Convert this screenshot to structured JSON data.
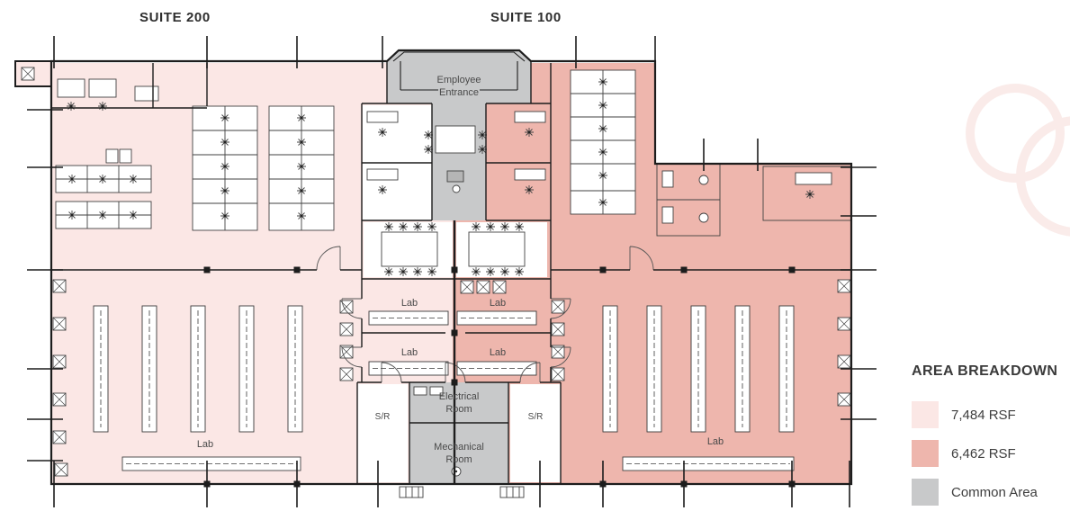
{
  "header": {
    "suite_200_title": "SUITE 200",
    "suite_100_title": "SUITE 100"
  },
  "plan": {
    "employee_entrance_line1": "Employee",
    "employee_entrance_line2": "Entrance",
    "electrical_line1": "Electrical",
    "electrical_line2": "Room",
    "mechanical_line1": "Mechanical",
    "mechanical_line2": "Room",
    "sr_label": "S/R",
    "lab_label": "Lab"
  },
  "legend": {
    "title": "AREA BREAKDOWN",
    "items": [
      {
        "label": "7,484 RSF",
        "color": "#fbe7e5"
      },
      {
        "label": "6,462 RSF",
        "color": "#eeb6ad"
      },
      {
        "label": "Common Area",
        "color": "#c8c9ca"
      }
    ]
  },
  "colors": {
    "suite_200_fill": "#fbe7e5",
    "suite_100_fill": "#eeb6ad",
    "common_fill": "#c8c9ca",
    "wall": "#1d1d1d",
    "furniture_line": "#424242",
    "watermark": "#f6dcd8"
  }
}
